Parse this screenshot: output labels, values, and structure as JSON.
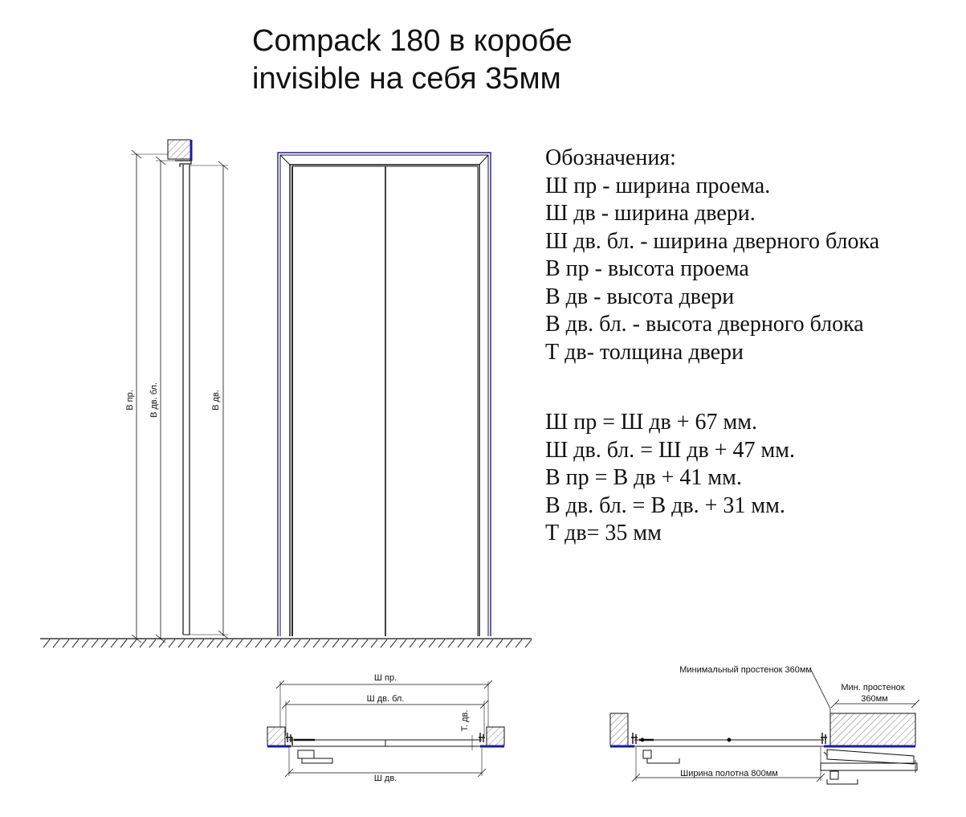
{
  "title": {
    "line1": "Compack 180 в коробе",
    "line2": "invisible на себя 35мм"
  },
  "legend": {
    "heading": "Обозначения:",
    "items": [
      "Ш пр - ширина проема.",
      "Ш дв - ширина двери.",
      "Ш дв. бл. - ширина дверного блока",
      "В пр - высота проема",
      "В дв - высота двери",
      "В дв. бл. - высота дверного блока",
      "Т дв- толщина двери"
    ]
  },
  "formulas": [
    "Ш пр = Ш дв + 67 мм.",
    "Ш дв. бл. = Ш дв + 47 мм.",
    "В пр = В дв + 41 мм.",
    "В дв. бл. = В дв. + 31 мм.",
    "Т дв= 35 мм"
  ],
  "side_view": {
    "label_opening_height": "В пр.",
    "label_block_height": "В дв. бл.",
    "label_door_height": "В дв."
  },
  "plan_view": {
    "label_opening_width": "Ш пр.",
    "label_block_width": "Ш дв. бл.",
    "label_door_width": "Ш дв.",
    "label_door_thickness": "Т. дв."
  },
  "plan_open": {
    "label_min_wall_long": "Минимальный простенок 360мм",
    "label_min_wall_short_1": "Мин. простенок",
    "label_min_wall_short_2": "360мм",
    "label_leaf_width": "Ширина полотна 800мм"
  },
  "colors": {
    "line": "#111111",
    "accent_blue": "#1a1aa8",
    "hatch": "#444444"
  }
}
